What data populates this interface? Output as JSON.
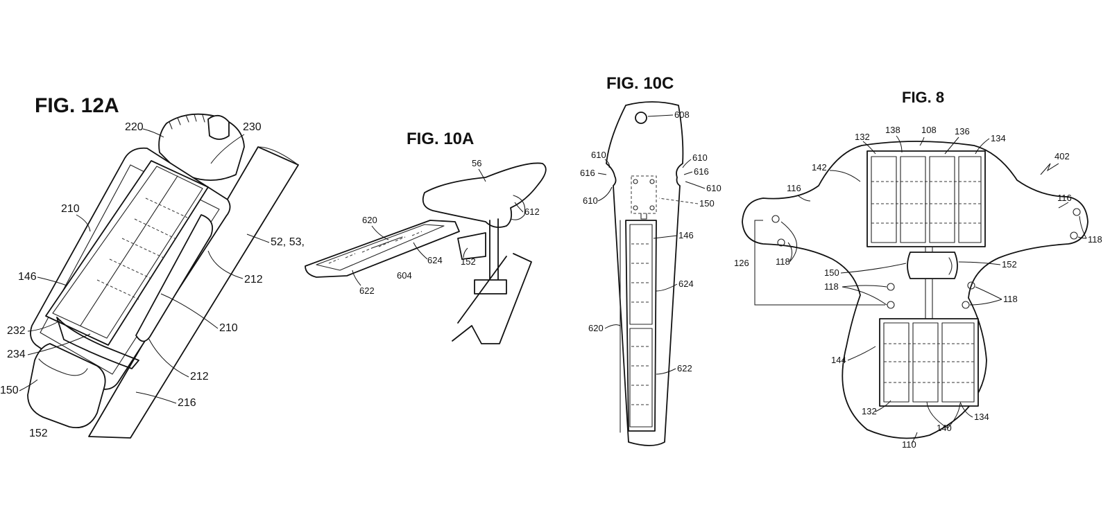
{
  "figures": {
    "fig12a": {
      "title": "FIG. 12A",
      "refs": [
        "220",
        "230",
        "210",
        "52, 53,",
        "212",
        "146",
        "210",
        "232",
        "234",
        "212",
        "150",
        "216",
        "152"
      ]
    },
    "fig10a": {
      "title": "FIG. 10A",
      "refs": [
        "56",
        "612",
        "620",
        "624",
        "152",
        "604",
        "622"
      ]
    },
    "fig10c": {
      "title": "FIG. 10C",
      "refs": [
        "608",
        "610",
        "610",
        "616",
        "616",
        "610",
        "610",
        "150",
        "146",
        "624",
        "620",
        "622"
      ]
    },
    "fig8": {
      "title": "FIG. 8",
      "refs": [
        "132",
        "138",
        "108",
        "136",
        "134",
        "402",
        "142",
        "116",
        "116",
        "126",
        "118",
        "118",
        "150",
        "152",
        "118",
        "118",
        "144",
        "132",
        "134",
        "140",
        "110"
      ]
    }
  }
}
